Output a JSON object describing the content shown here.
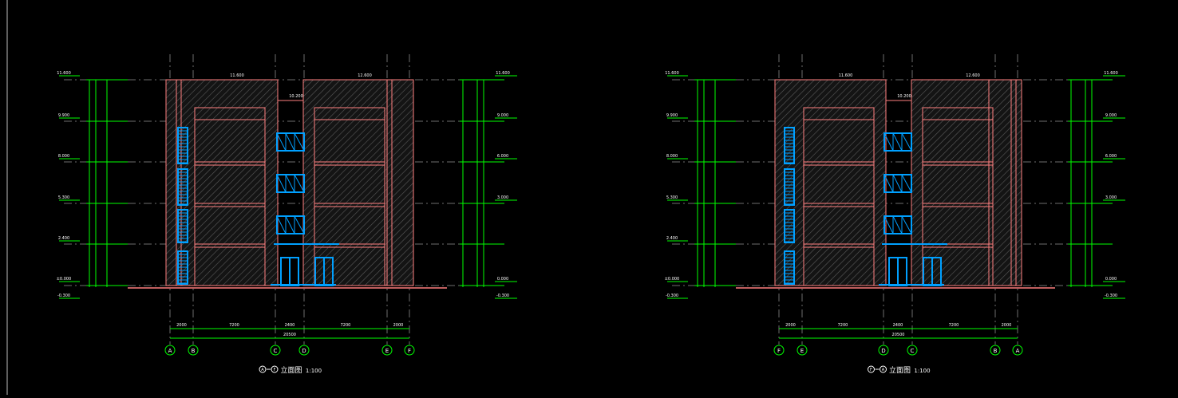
{
  "drawings": [
    {
      "title": "立面图",
      "scale": "1:100",
      "axis_start": "A",
      "axis_end": "F",
      "axes": [
        "A",
        "B",
        "C",
        "D",
        "E",
        "F"
      ],
      "dims_bottom": [
        "2000",
        "7200",
        "2400",
        "7200",
        "2000"
      ],
      "dim_total": "20500",
      "dim_top": [
        "11.600",
        "12.600"
      ],
      "level_marks_left": [
        "11.600",
        "9.900",
        "8.000",
        "5.300",
        "2.400",
        "±0.000",
        "-0.300"
      ],
      "level_marks_right": [
        "11.600",
        "9.000",
        "6.000",
        "3.000",
        "0.000",
        "-0.300"
      ],
      "mid_note": "10.200"
    },
    {
      "title": "立面图",
      "scale": "1:100",
      "axis_start": "F",
      "axis_end": "A",
      "axes": [
        "F",
        "E",
        "D",
        "C",
        "B",
        "A"
      ],
      "dims_bottom": [
        "2000",
        "7200",
        "2400",
        "7200",
        "2000"
      ],
      "dim_total": "20500",
      "dim_top": [
        "11.600",
        "12.600"
      ],
      "level_marks_left": [
        "11.600",
        "9.900",
        "8.000",
        "5.300",
        "2.400",
        "±0.000",
        "-0.300"
      ],
      "level_marks_right": [
        "11.600",
        "9.000",
        "6.000",
        "3.000",
        "0.000",
        "-0.300"
      ],
      "mid_note": "10.200"
    }
  ],
  "colors": {
    "background": "#000000",
    "outline": "#ff7f7f",
    "hatch": "#7f7f7f",
    "window": "#00a0ff",
    "dimension": "#00ff00",
    "text": "#ffffff"
  }
}
